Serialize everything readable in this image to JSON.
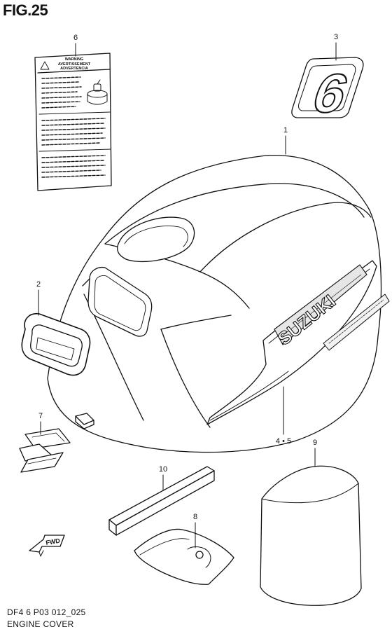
{
  "figure": {
    "title": "FIG.25",
    "code": "DF4 6 P03 012_025",
    "name": "ENGINE COVER"
  },
  "callouts": {
    "c1": "1",
    "c2": "2",
    "c3": "3",
    "c45": "4 • 5",
    "c6": "6",
    "c7": "7",
    "c8": "8",
    "c9": "9",
    "c10": "10"
  },
  "warning_label": {
    "line1": "WARNING",
    "line2": "AVERTISSEMENT",
    "line3": "ADVERTENCIA"
  },
  "decals": {
    "brand": "SUZUKI",
    "model_number": "6",
    "fwd": "FWD"
  },
  "colors": {
    "ink": "#111111",
    "paper": "#ffffff",
    "shade": "#d9d9d9"
  }
}
